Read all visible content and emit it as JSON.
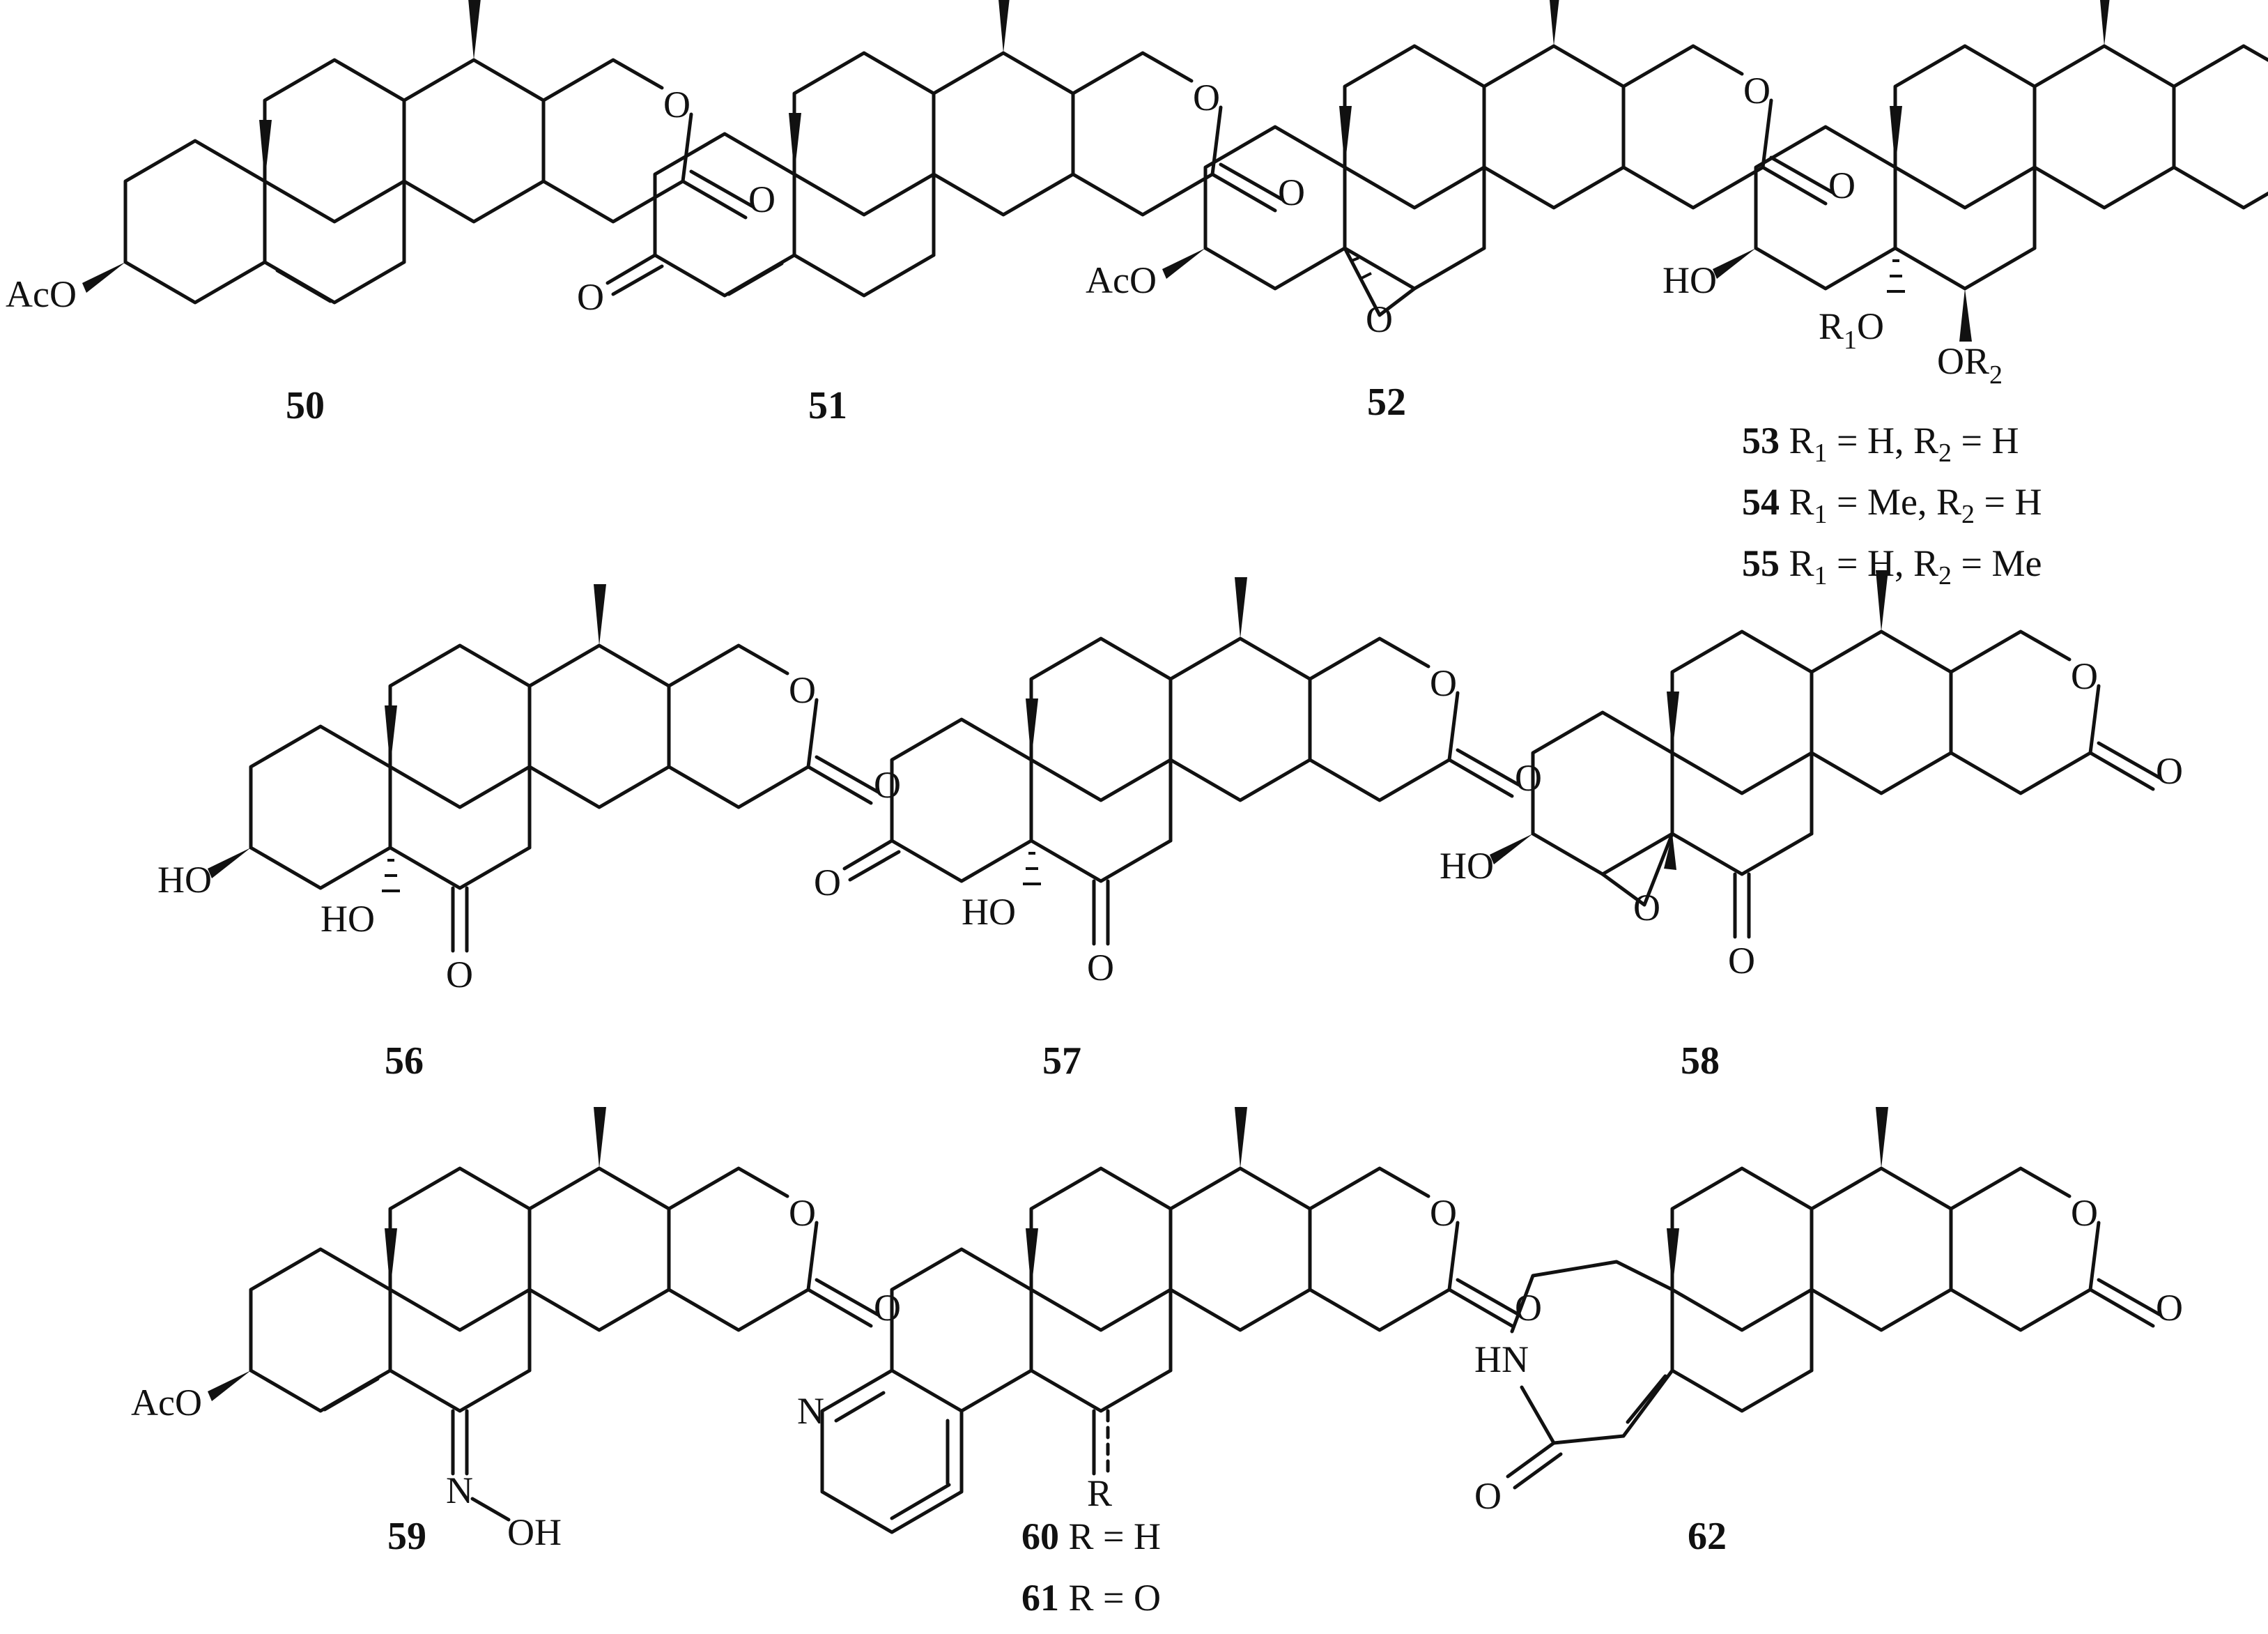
{
  "figure": {
    "background": "#ffffff",
    "ink": "#111111",
    "compounds": [
      {
        "id": "50",
        "labels": {
          "o_ring": "O",
          "o_keto": "O",
          "sub3": "AcO"
        }
      },
      {
        "id": "51",
        "labels": {
          "o_ring": "O",
          "o_keto": "O",
          "o3": "O"
        }
      },
      {
        "id": "52",
        "labels": {
          "o_ring": "O",
          "o_keto": "O",
          "sub3": "AcO",
          "epox": "O"
        }
      },
      {
        "id": "53",
        "labels": {
          "o_ring": "O",
          "o_keto": "O",
          "sub3": "HO",
          "r1_pre": "R",
          "r1_sub": "1",
          "r1_post": "O",
          "r2_pre": "OR",
          "r2_sub": "2"
        }
      },
      {
        "id": "56",
        "labels": {
          "o_ring": "O",
          "o_keto": "O",
          "sub3": "HO",
          "oh5": "HO",
          "o6": "O"
        }
      },
      {
        "id": "57",
        "labels": {
          "o_ring": "O",
          "o_keto": "O",
          "o3": "O",
          "oh5": "HO",
          "o6": "O"
        }
      },
      {
        "id": "58",
        "labels": {
          "o_ring": "O",
          "o_keto": "O",
          "sub3": "HO",
          "epox": "O",
          "o6": "O"
        }
      },
      {
        "id": "59",
        "labels": {
          "o_ring": "O",
          "o_keto": "O",
          "sub3": "AcO",
          "n": "N",
          "oh": "OH"
        }
      },
      {
        "id": "60",
        "labels": {
          "o_ring": "O",
          "o_keto": "O",
          "n": "N",
          "r": "R"
        }
      },
      {
        "id": "62",
        "labels": {
          "o_ring": "O",
          "o_keto": "O",
          "hn": "HN",
          "o_lactam": "O"
        }
      }
    ],
    "series_53_55": [
      {
        "id": "53",
        "r1": "R",
        "r1_sub": "1",
        "r1_val": " = H,",
        "r2": "R",
        "r2_sub": "2",
        "r2_val": " = H"
      },
      {
        "id": "54",
        "r1": "R",
        "r1_sub": "1",
        "r1_val": " = Me,",
        "r2": "R",
        "r2_sub": "2",
        "r2_val": " = H"
      },
      {
        "id": "55",
        "r1": "R",
        "r1_sub": "1",
        "r1_val": " = H,",
        "r2": "R",
        "r2_sub": "2",
        "r2_val": " = Me"
      }
    ],
    "series_60_61": [
      {
        "id": "60",
        "text": "R = H"
      },
      {
        "id": "61",
        "text": "R = O"
      }
    ]
  }
}
